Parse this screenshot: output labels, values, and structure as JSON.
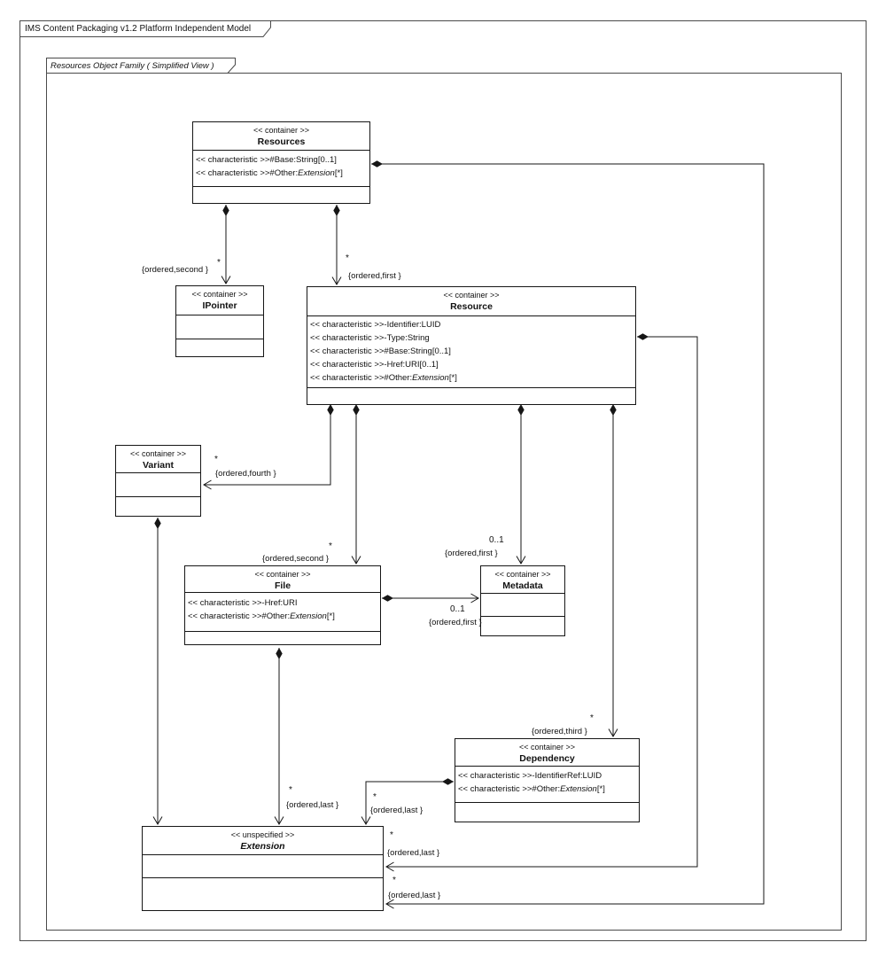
{
  "outer_frame": {
    "title": "IMS Content Packaging v1.2 Platform Independent Model"
  },
  "inner_frame": {
    "title": "Resources Object Family ( Simplified View )"
  },
  "classes": {
    "resources": {
      "stereotype": "<< container >>",
      "name": "Resources",
      "attrs": [
        {
          "pre": "<< characteristic >>#Base:String[0..1]",
          "italic": "",
          "post": ""
        },
        {
          "pre": "<< characteristic >>#Other:",
          "italic": "Extension",
          "post": "[*]"
        }
      ]
    },
    "ipointer": {
      "stereotype": "<< container >>",
      "name": "IPointer"
    },
    "resource": {
      "stereotype": "<< container >>",
      "name": "Resource",
      "attrs": [
        {
          "pre": "<< characteristic >>-Identifier:LUID",
          "italic": "",
          "post": ""
        },
        {
          "pre": "<< characteristic >>-Type:String",
          "italic": "",
          "post": ""
        },
        {
          "pre": "<< characteristic >>#Base:String[0..1]",
          "italic": "",
          "post": ""
        },
        {
          "pre": "<< characteristic >>-Href:URI[0..1]",
          "italic": "",
          "post": ""
        },
        {
          "pre": "<< characteristic >>#Other:",
          "italic": "Extension",
          "post": "[*]"
        }
      ]
    },
    "variant": {
      "stereotype": "<< container >>",
      "name": "Variant"
    },
    "file": {
      "stereotype": "<< container >>",
      "name": "File",
      "attrs": [
        {
          "pre": "<< characteristic >>-Href:URI",
          "italic": "",
          "post": ""
        },
        {
          "pre": "<< characteristic >>#Other:",
          "italic": "Extension",
          "post": "[*]"
        }
      ]
    },
    "metadata": {
      "stereotype": "<< container >>",
      "name": "Metadata"
    },
    "dependency": {
      "stereotype": "<< container >>",
      "name": "Dependency",
      "attrs": [
        {
          "pre": "<< characteristic >>-IdentifierRef:LUID",
          "italic": "",
          "post": ""
        },
        {
          "pre": "<< characteristic >>#Other:",
          "italic": "Extension",
          "post": "[*]"
        }
      ]
    },
    "extension": {
      "stereotype": "<< unspecified >>",
      "name": "Extension"
    }
  },
  "edge_labels": {
    "resources_ipointer": {
      "mult": "*",
      "constraint": "{ordered,second }"
    },
    "resources_resource": {
      "mult": "*",
      "constraint": "{ordered,first }"
    },
    "resource_variant": {
      "mult": "*",
      "constraint": "{ordered,fourth }"
    },
    "resource_file": {
      "mult": "*",
      "constraint": "{ordered,second }"
    },
    "resource_metadata": {
      "mult": "0..1",
      "constraint": "{ordered,first }"
    },
    "resource_dependency": {
      "mult": "*",
      "constraint": "{ordered,third }"
    },
    "file_metadata": {
      "mult": "0..1",
      "constraint": "{ordered,first }"
    },
    "file_extension": {
      "mult": "*",
      "constraint": "{ordered,last }"
    },
    "dependency_extension": {
      "mult": "*",
      "constraint": "{ordered,last }"
    },
    "resource_extension": {
      "mult": "*",
      "constraint": "{ordered,last }"
    },
    "resources_extension": {
      "mult": "*",
      "constraint": "{ordered,last }"
    }
  },
  "colors": {
    "line": "#161616",
    "frame": "#4a4a4a",
    "background": "#ffffff"
  }
}
